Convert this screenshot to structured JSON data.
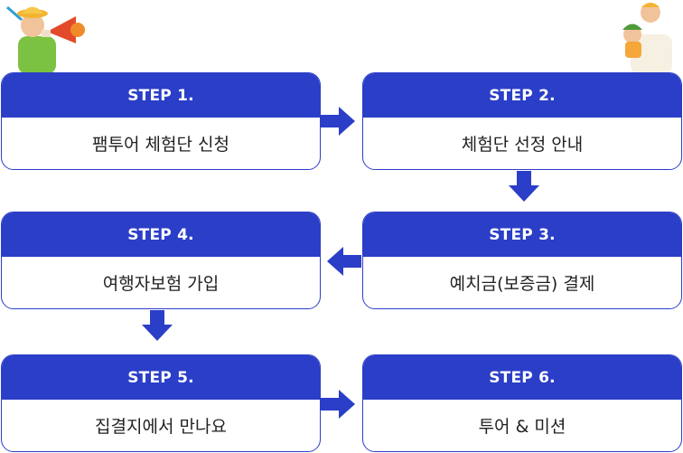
{
  "steps": [
    {
      "label": "STEP 1.",
      "text": "팸투어 체험단 신청"
    },
    {
      "label": "STEP 2.",
      "text": "체험단 선정 안내"
    },
    {
      "label": "STEP 3.",
      "text": "예치금(보증금) 결제"
    },
    {
      "label": "STEP 4.",
      "text": "여행자보험 가입"
    },
    {
      "label": "STEP 5.",
      "text": "집결지에서 만나요"
    },
    {
      "label": "STEP 6.",
      "text": "투어 & 미션"
    }
  ],
  "colors": {
    "accent": "#2b3ec8"
  }
}
